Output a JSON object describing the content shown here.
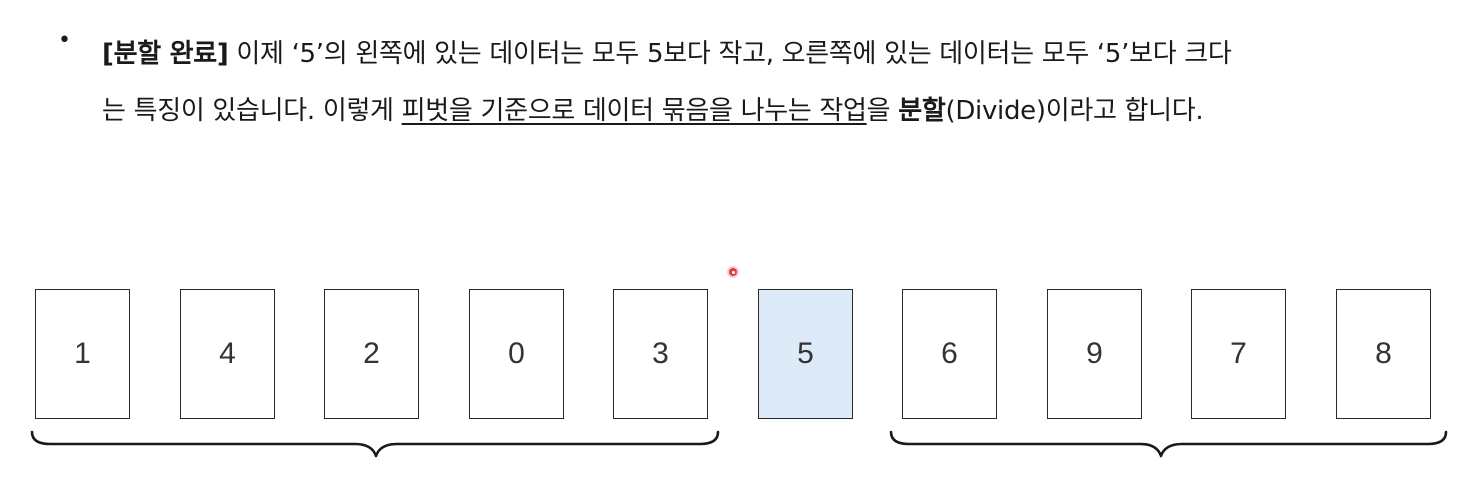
{
  "paragraph": {
    "line1": {
      "bold": "[분할 완료]",
      "text": " 이제 ‘5’의 왼쪽에 있는 데이터는 모두 5보다 작고, 오른쪽에 있는 데이터는 모두 ‘5’보다 크다"
    },
    "line2": {
      "pre": "는 특징이 있습니다. 이렇게 ",
      "underlined": "피벗을 기준으로 데이터 묶음을 나누는 작업",
      "mid": "을 ",
      "bold": "분할",
      "post": "(Divide)이라고 합니다."
    }
  },
  "cards": {
    "left": [
      "1",
      "4",
      "2",
      "0",
      "3"
    ],
    "pivot": "5",
    "right": [
      "6",
      "9",
      "7",
      "8"
    ]
  },
  "colors": {
    "pivot_fill": "#dcebf7",
    "card_border": "#2a2a2a",
    "cursor": "#e23b3b"
  }
}
